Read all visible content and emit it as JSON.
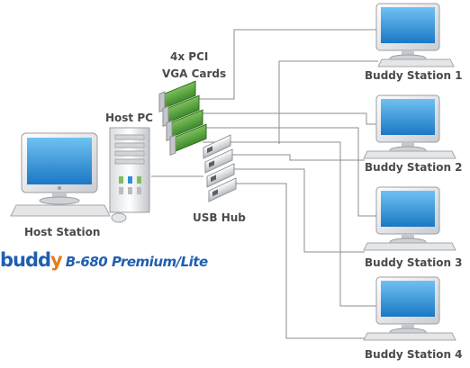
{
  "labels": {
    "pci_cards_line1": "4x PCI",
    "pci_cards_line2": "VGA Cards",
    "host_pc": "Host PC",
    "host_station": "Host Station",
    "usb_hub": "USB Hub",
    "buddy_station_1": "Buddy Station 1",
    "buddy_station_2": "Buddy Station 2",
    "buddy_station_3": "Buddy Station 3",
    "buddy_station_4": "Buddy Station 4"
  },
  "logo": {
    "brand_prefix": "budd",
    "brand_suffix": "y",
    "model": "B-680 Premium/Lite"
  },
  "colors": {
    "cable": "#8c8c8c",
    "screen_blue": "#2a8fd6",
    "logo_blue": "#1f5fb0",
    "logo_orange": "#e87a1b",
    "card_green": "#4e9a3a"
  }
}
